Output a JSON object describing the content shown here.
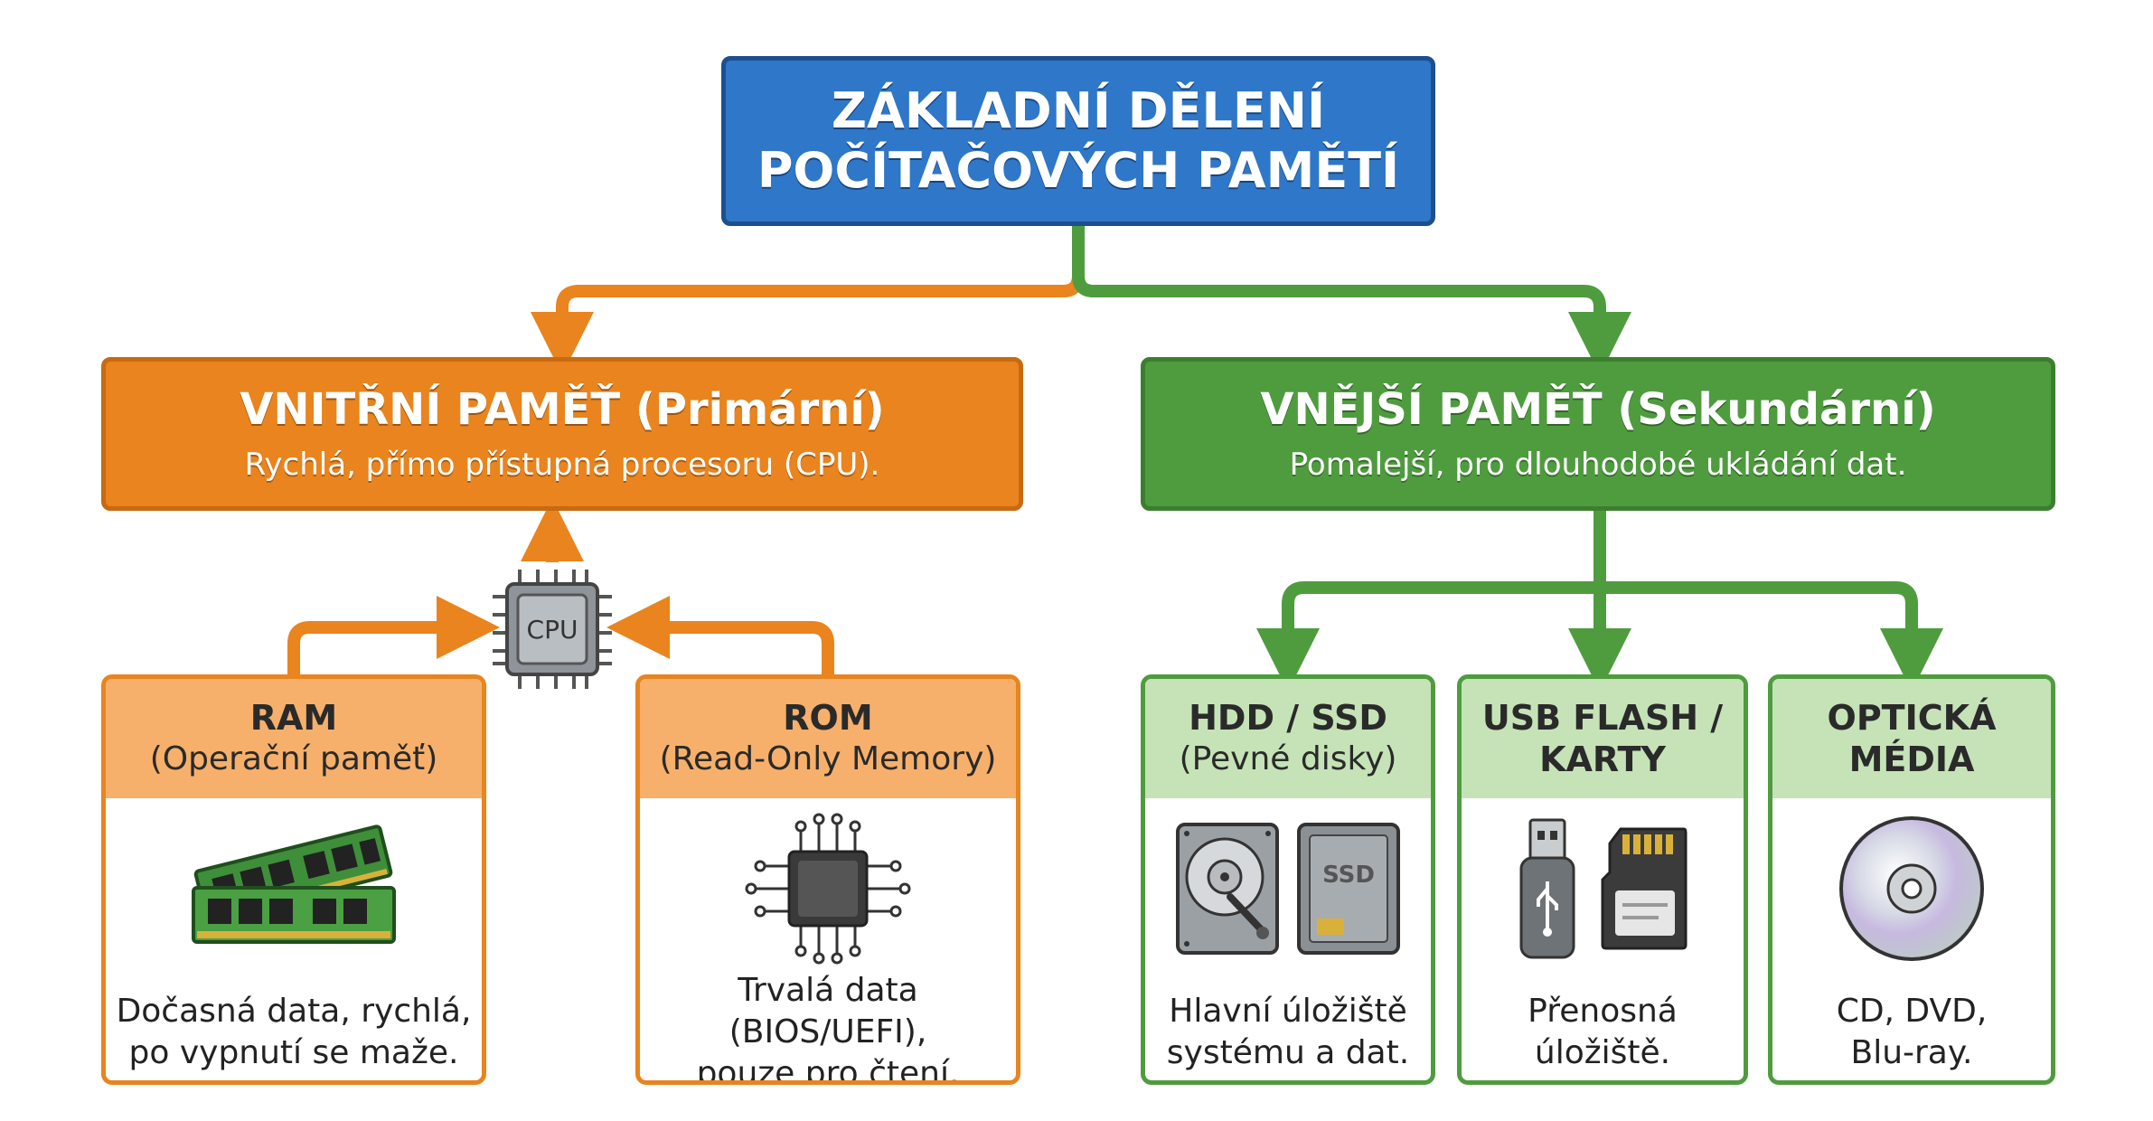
{
  "title": {
    "line1": "ZÁKLADNÍ DĚLENÍ",
    "line2": "POČÍTAČOVÝCH PAMĚTÍ"
  },
  "internal": {
    "heading": "VNITŘNÍ PAMĚŤ (Primární)",
    "subtitle": "Rychlá, přímo přístupná procesoru (CPU)."
  },
  "external": {
    "heading": "VNĚJŠÍ PAMĚŤ (Sekundární)",
    "subtitle": "Pomalejší, pro dlouhodobé ukládání dat."
  },
  "cpu": {
    "label": "CPU"
  },
  "ram": {
    "title": "RAM",
    "subtitle": "(Operační paměť)",
    "desc_line1": "Dočasná data, rychlá,",
    "desc_line2": "po vypnutí se maže."
  },
  "rom": {
    "title": "ROM",
    "subtitle": "(Read-Only Memory)",
    "desc_line1": "Trvalá data (BIOS/UEFI),",
    "desc_line2": "pouze pro čtení."
  },
  "hdd": {
    "title": "HDD / SSD",
    "subtitle": "(Pevné disky)",
    "ssd_label": "SSD",
    "desc_line1": "Hlavní úložiště",
    "desc_line2": "systému a dat."
  },
  "usb": {
    "title_line1": "USB FLASH /",
    "title_line2": "KARTY",
    "desc_line1": "Přenosná",
    "desc_line2": "úložiště."
  },
  "optical": {
    "title_line1": "OPTICKÁ",
    "title_line2": "MÉDIA",
    "desc_line1": "CD, DVD,",
    "desc_line2": "Blu-ray."
  },
  "colors": {
    "title_blue": "#2f77c8",
    "internal_orange": "#e9841e",
    "external_green": "#4f9c3f",
    "card_orange_header": "#f6b06b",
    "card_green_header": "#c5e3b7"
  },
  "icons": [
    "cpu-chip-icon",
    "ram-module-icon",
    "rom-chip-icon",
    "hdd-icon",
    "ssd-icon",
    "usb-flash-icon",
    "memory-card-icon",
    "optical-disc-icon"
  ]
}
